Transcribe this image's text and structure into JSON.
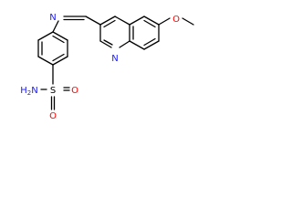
{
  "molecule": {
    "labels": {
      "imine_n": "N",
      "ring_n": "N",
      "methoxy_o": "O",
      "sulfonyl_s": "S",
      "sulfonyl_o_top": "O",
      "sulfonyl_o_bottom": "O",
      "amine": "H2N"
    },
    "colors": {
      "bond": "#000000",
      "nitrogen": "#1a1aff",
      "oxygen": "#ff0000",
      "sulfur": "#000000"
    }
  }
}
